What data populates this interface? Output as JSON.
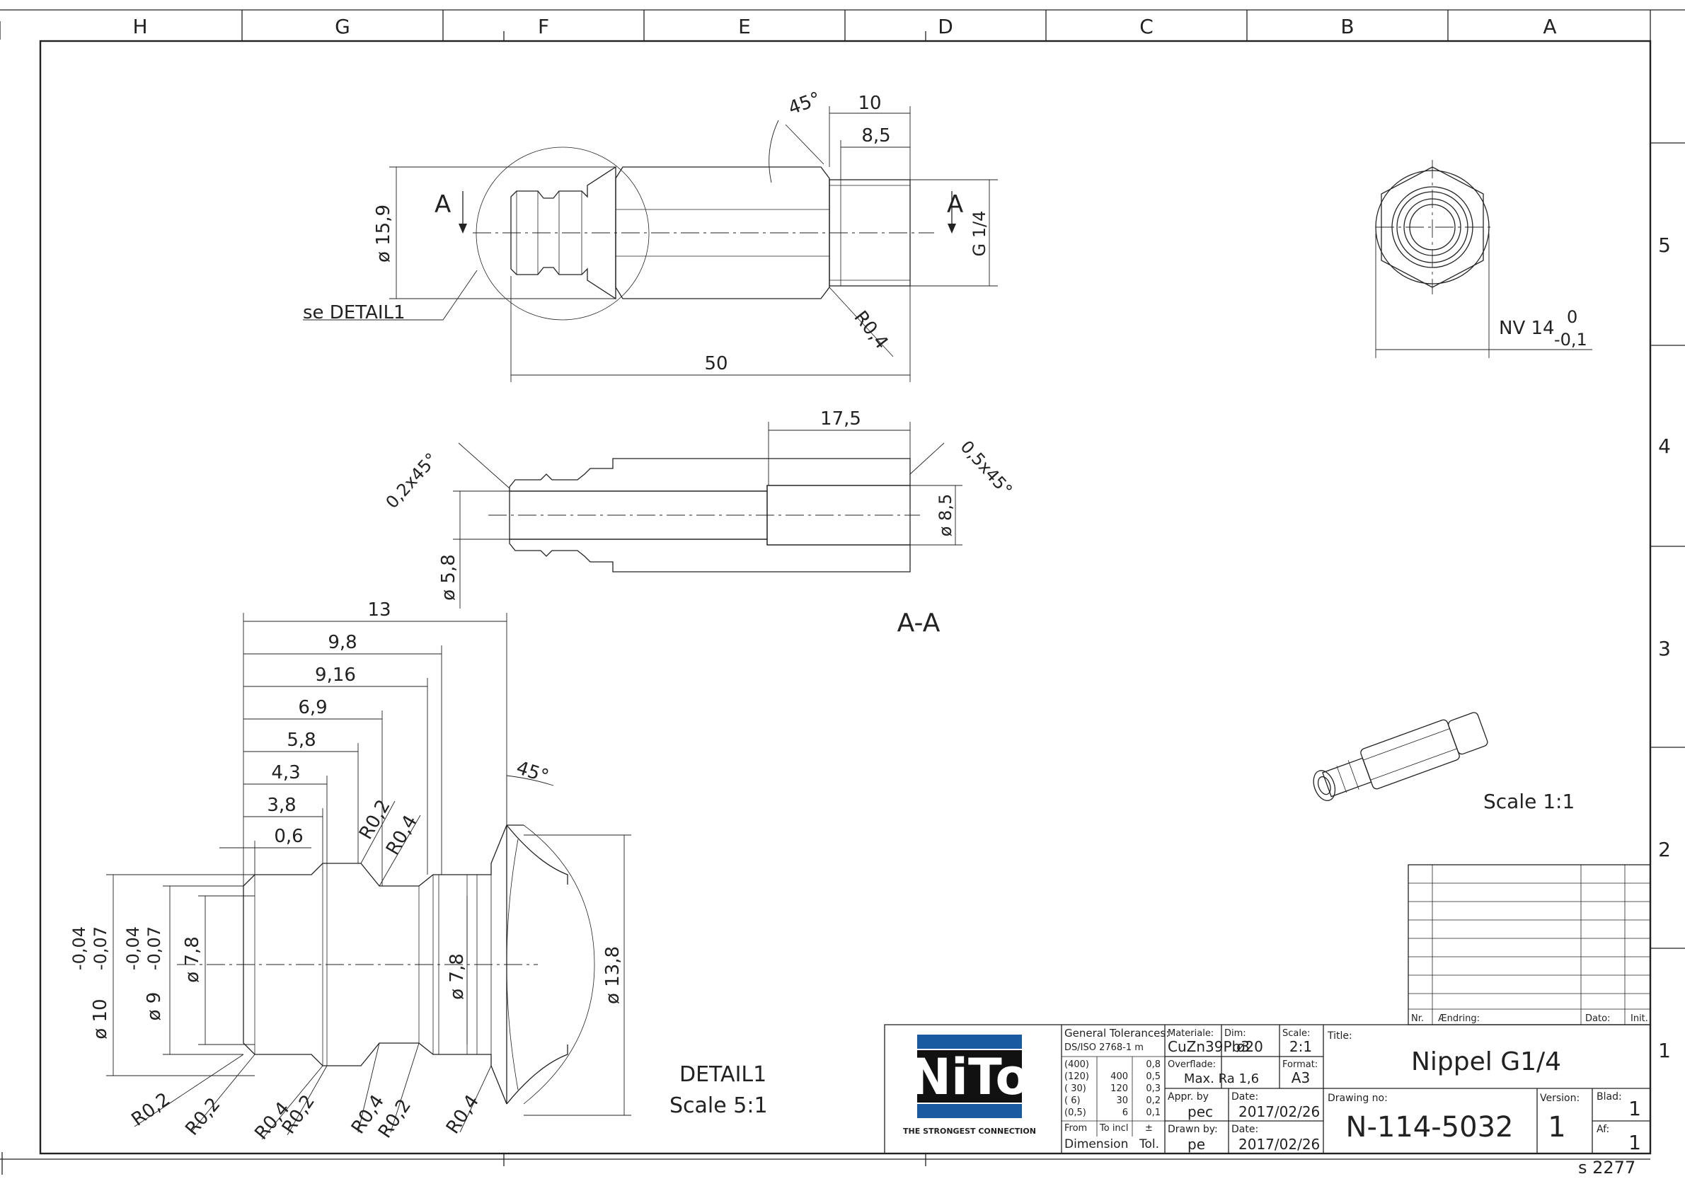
{
  "zones_top": [
    "H",
    "G",
    "F",
    "E",
    "D",
    "C",
    "B",
    "A"
  ],
  "zones_right": [
    "5",
    "4",
    "3",
    "2",
    "1"
  ],
  "views": {
    "front": {
      "dims": {
        "d10": "10",
        "d85": "8,5",
        "a45": "45°",
        "r04": "R0,4",
        "g14": "G 1/4",
        "d159": "ø 15,9",
        "l50": "50",
        "detail_ref": "se DETAIL1"
      },
      "section_marks": [
        "A",
        "A"
      ]
    },
    "end": {
      "nv": "NV 14",
      "nv_up": "0",
      "nv_low": "-0,1"
    },
    "section": {
      "title": "A-A",
      "dims": {
        "d175": "17,5",
        "c02": "0,2x45°",
        "c05": "0,5x45°",
        "d85": "ø 8,5",
        "d58": "ø 5,8"
      }
    },
    "iso": {
      "scale": "Scale 1:1"
    },
    "detail": {
      "title": "DETAIL1",
      "scale": "Scale 5:1",
      "horizontal_dims": [
        "13",
        "9,8",
        "9,16",
        "6,9",
        "5,8",
        "4,3",
        "3,8",
        "0,6"
      ],
      "angle": "45°",
      "r_top": [
        "R0,2",
        "R0,4"
      ],
      "r_bottom": [
        "R0,2",
        "R0,2",
        "R0,4",
        "R0,2",
        "R0,4",
        "R0,2",
        "R0,4"
      ],
      "d10": "ø 10",
      "d10_up": "-0,04",
      "d10_low": "-0,07",
      "d9": "ø 9",
      "d9_up": "-0,04",
      "d9_low": "-0,07",
      "d78a": "ø 7,8",
      "d78b": "ø 7,8",
      "d138": "ø 13,8"
    }
  },
  "revision_table": {
    "nr": "Nr.",
    "change": "Ændring:",
    "date": "Dato:",
    "init": "Init."
  },
  "title_block": {
    "logo_text": "NiTo",
    "logo_tagline": "THE STRONGEST CONNECTION",
    "logo_color": "#1a5aa0",
    "gen_tol_label": "General Tolerances:",
    "gen_tol_std": "DS/ISO 2768-1 m",
    "tol_from": [
      "(400)",
      "(120)",
      "( 30)",
      "( 6)",
      "(0,5)"
    ],
    "tol_to": [
      "",
      "400",
      "120",
      "30",
      "6"
    ],
    "tol_pm": [
      "0,8",
      "0,5",
      "0,3",
      "0,2",
      "0,1"
    ],
    "from_label": "From",
    "to_label": "To incl",
    "pm_label": "±",
    "dimension_label": "Dimension",
    "tol_label": "Tol.",
    "material_label": "Materiale:",
    "material": "CuZn39Pb3",
    "dim_label": "Dim:",
    "dim": "ø20",
    "scale_label": "Scale:",
    "scale": "2:1",
    "surface_label": "Overflade:",
    "surface": "Max. Ra 1,6",
    "format_label": "Format:",
    "format": "A3",
    "appr_label": "Appr. by",
    "appr": "pec",
    "appr_date_label": "Date:",
    "appr_date": "2017/02/26",
    "drawn_label": "Drawn by:",
    "drawn": "pe",
    "drawn_date_label": "Date:",
    "drawn_date": "2017/02/26",
    "title_label": "Title:",
    "title": "Nippel G1/4",
    "drawing_no_label": "Drawing no:",
    "drawing_no": "N-114-5032",
    "version_label": "Version:",
    "version": "1",
    "sheet_label": "Blad:",
    "sheet": "1",
    "of_label": "Af:",
    "of": "1"
  },
  "footer_code": "s 2277"
}
